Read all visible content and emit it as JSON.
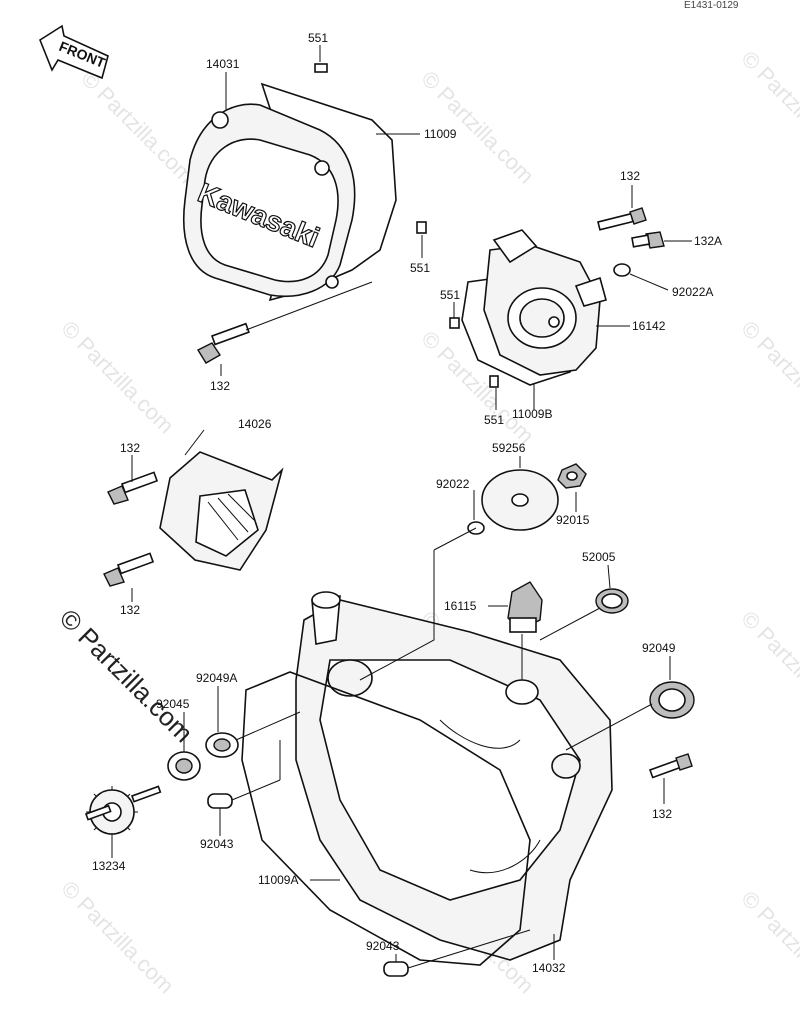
{
  "diagram_ref": "E1431-0129",
  "front_label": "FRONT",
  "brand_text": "Kawasaki",
  "watermark": "© Partzilla.com",
  "watermark_small": "© Partzilla.com",
  "labels": {
    "l551_top": "551",
    "l14031": "14031",
    "l11009": "11009",
    "l132_a": "132",
    "l132A": "132A",
    "l551_mid": "551",
    "l92022A": "92022A",
    "l551_left": "551",
    "l16142": "16142",
    "l132_b": "132",
    "l551_bot": "551",
    "l11009B": "11009B",
    "l14026": "14026",
    "l132_c": "132",
    "l59256": "59256",
    "l92022": "92022",
    "l92015": "92015",
    "l132_d": "132",
    "l52005": "52005",
    "l16115": "16115",
    "l92049": "92049",
    "l92049A": "92049A",
    "l92045": "92045",
    "l132_e": "132",
    "l92043_a": "92043",
    "l13234": "13234",
    "l11009A": "11009A",
    "l92043_b": "92043",
    "l14032": "14032"
  }
}
